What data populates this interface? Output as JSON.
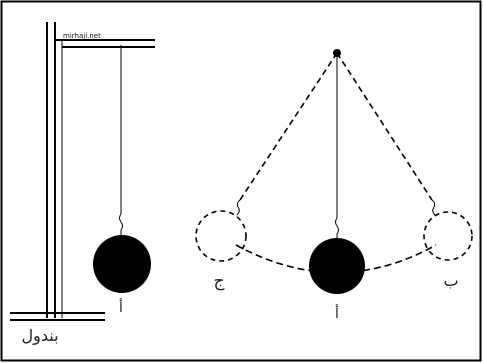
{
  "watermark": "mirhaji.net",
  "title_label": "بندول",
  "labels": {
    "left_bob": "أ",
    "center_bob": "أ",
    "right_bob": "ب",
    "left_ghost": "ج"
  },
  "colors": {
    "line": "#111111",
    "bob": "#000000",
    "frame": "#000000",
    "background": "#ffffff"
  }
}
